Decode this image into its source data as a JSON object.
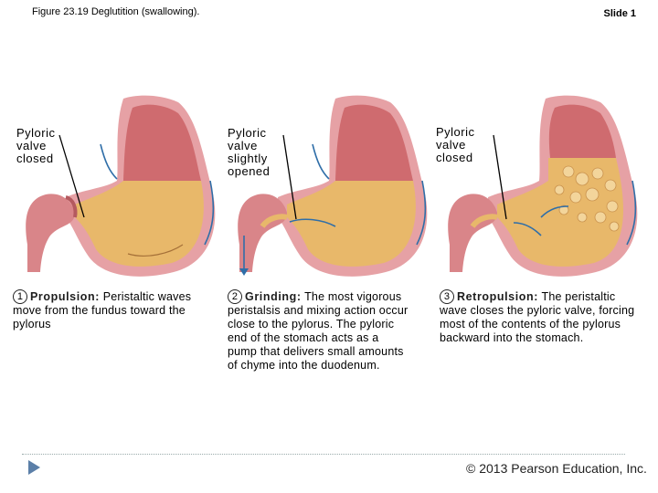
{
  "header": {
    "figure_title": "Figure 23.19  Deglutition (swallowing).",
    "slide_label": "Slide 1"
  },
  "colors": {
    "stomach_upper": "#cf6b6f",
    "stomach_lower": "#e8b86a",
    "outer_wall": "#e6a1a5",
    "arrow": "#2f6ea8"
  },
  "panels": [
    {
      "valve_label": "Pyloric\nvalve\nclosed",
      "step_number": "1",
      "step_name": "Propulsion:",
      "step_text": " Peristaltic waves move from the fundus toward the pylorus"
    },
    {
      "valve_label": "Pyloric\nvalve\nslightly\nopened",
      "step_number": "2",
      "step_name": "Grinding:",
      "step_text": " The most vigorous peristalsis and mixing action occur close to the pylorus. The pyloric end of the stomach acts as a pump that delivers small amounts of chyme into the duodenum."
    },
    {
      "valve_label": "Pyloric\nvalve\nclosed",
      "step_number": "3",
      "step_name": "Retropulsion:",
      "step_text": " The peristaltic wave closes the pyloric valve, forcing most of the contents of the pylorus backward into the stomach."
    }
  ],
  "footer": {
    "copyright": "© 2013 Pearson Education, Inc."
  },
  "icons": {
    "nav": "play-arrow-icon"
  }
}
